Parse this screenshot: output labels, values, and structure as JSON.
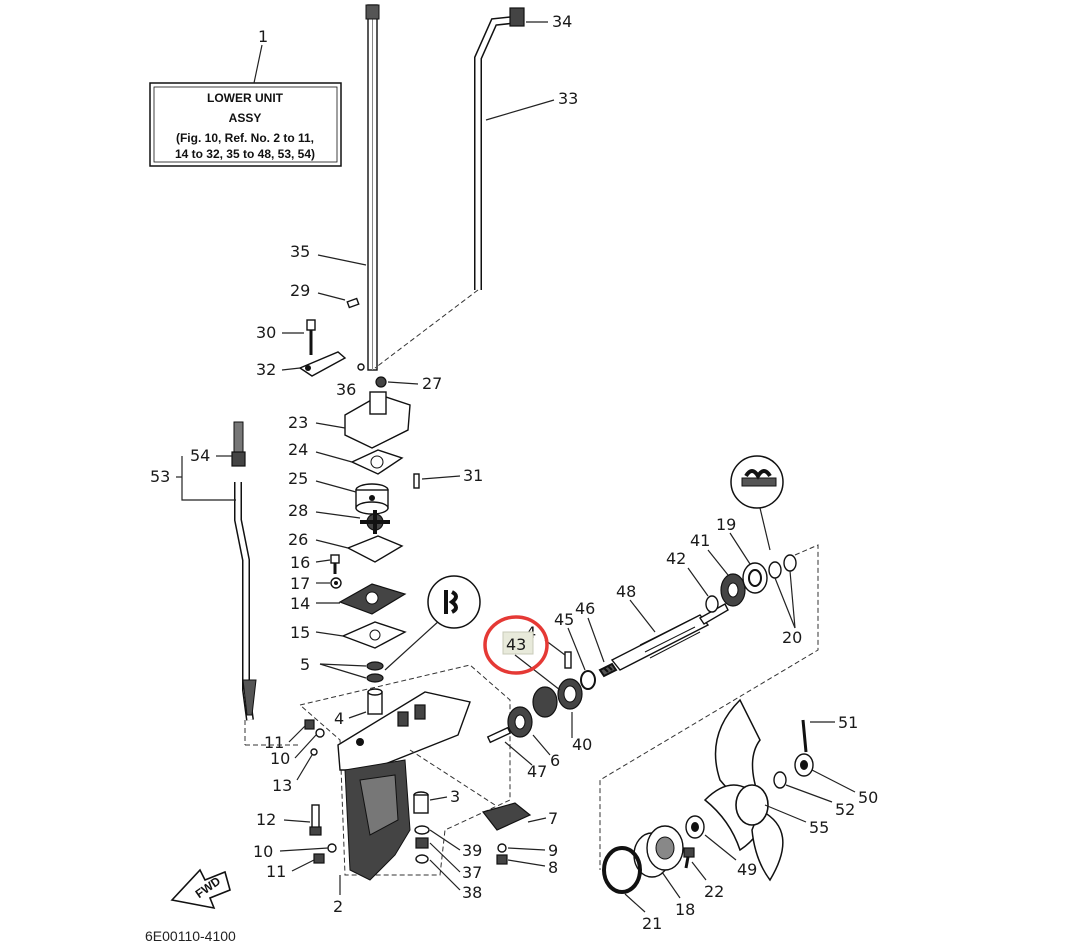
{
  "title_box": {
    "ref_number": "1",
    "line1": "LOWER UNIT",
    "line2": "ASSY",
    "line3": "(Fig. 10, Ref. No. 2 to 11,",
    "line4": "14 to 32, 35 to 48, 53, 54)"
  },
  "fwd_label": "FWD",
  "drawing_code": "6E00110-4100",
  "highlight": {
    "label": "43",
    "color": "#e53935"
  },
  "callouts": {
    "c2": "2",
    "c3": "3",
    "c4a": "4",
    "c4b": "4",
    "c5": "5",
    "c6": "6",
    "c7": "7",
    "c8": "8",
    "c9": "9",
    "c10a": "10",
    "c10b": "10",
    "c11a": "11",
    "c11b": "11",
    "c12": "12",
    "c13": "13",
    "c14": "14",
    "c15": "15",
    "c16": "16",
    "c17": "17",
    "c18": "18",
    "c19": "19",
    "c20": "20",
    "c21": "21",
    "c22": "22",
    "c23": "23",
    "c24": "24",
    "c25": "25",
    "c26": "26",
    "c27": "27",
    "c28": "28",
    "c29": "29",
    "c30": "30",
    "c31": "31",
    "c32": "32",
    "c33": "33",
    "c34": "34",
    "c35": "35",
    "c36": "36",
    "c37": "37",
    "c38": "38",
    "c39": "39",
    "c40": "40",
    "c41": "41",
    "c42": "42",
    "c43": "43",
    "c45": "45",
    "c46": "46",
    "c47": "47",
    "c48": "48",
    "c49": "49",
    "c50": "50",
    "c51": "51",
    "c52": "52",
    "c53": "53",
    "c54": "54",
    "c55": "55"
  }
}
